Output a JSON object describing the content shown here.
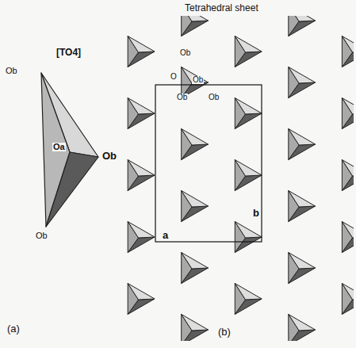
{
  "diagram": {
    "title": "Tetrahedral sheet",
    "labels": [
      "[TO4]",
      "Ob",
      "Oa",
      "Ob",
      "Ob",
      "Ob",
      "O",
      "Ob",
      "Ob",
      "Ob",
      "b",
      "a",
      "(a)",
      "(b)"
    ]
  }
}
